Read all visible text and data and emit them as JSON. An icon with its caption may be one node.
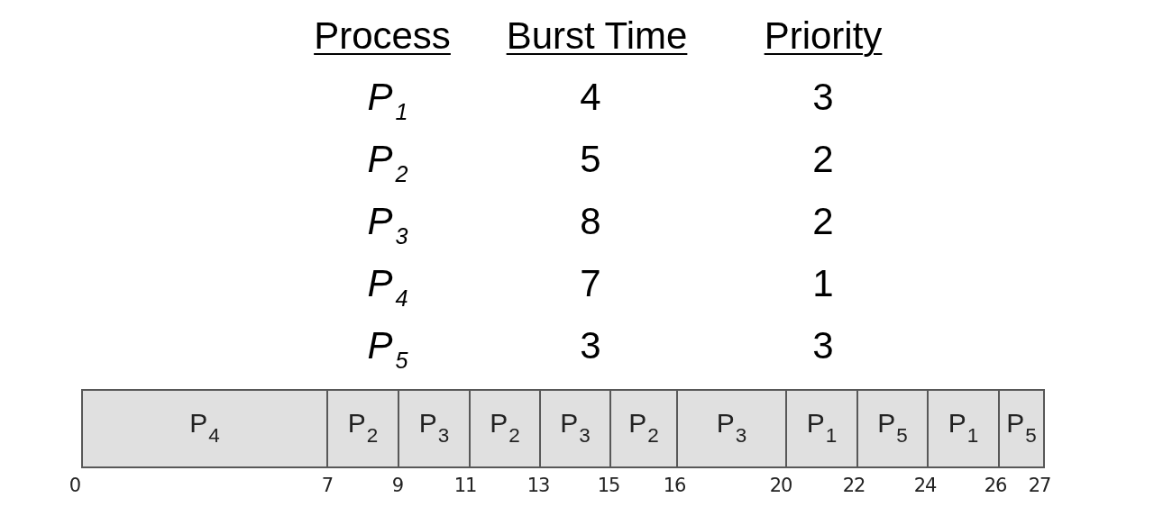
{
  "diagram": {
    "nodes": [
      {
        "text": [
          "P$_{4}$"
        ]
      },
      {
        "text": [
          "P$_{2}$"
        ]
      },
      {
        "text": [
          "P$_{3}$"
        ]
      },
      {
        "text": [
          "P$_{2}$"
        ]
      },
      {
        "text": [
          "P$_{3}$"
        ]
      },
      {
        "text": [
          "P$_{2}$"
        ]
      },
      {
        "text": [
          "P$_{3}$"
        ]
      },
      {
        "text": [
          "P$_{1}$"
        ]
      },
      {
        "text": [
          "P$_{5}$"
        ]
      },
      {
        "text": [
          "P$_{1}$"
        ]
      },
      {
        "text": [
          "P$_{5}$"
        ]
      }
    ],
    "labels": [
      "Process",
      "Burst Time",
      "Priority",
      "P$_{1}$",
      "4",
      "3",
      "P$_{2}$",
      "5",
      "2",
      "P$_{3}$",
      "8",
      "2",
      "P$_{4}$",
      "7",
      "1",
      "P$_{5}$",
      "3",
      "3",
      "0",
      "7",
      "9",
      "11",
      "13",
      "15",
      "16",
      "20",
      "22",
      "24",
      "26",
      "27"
    ]
  }
}
